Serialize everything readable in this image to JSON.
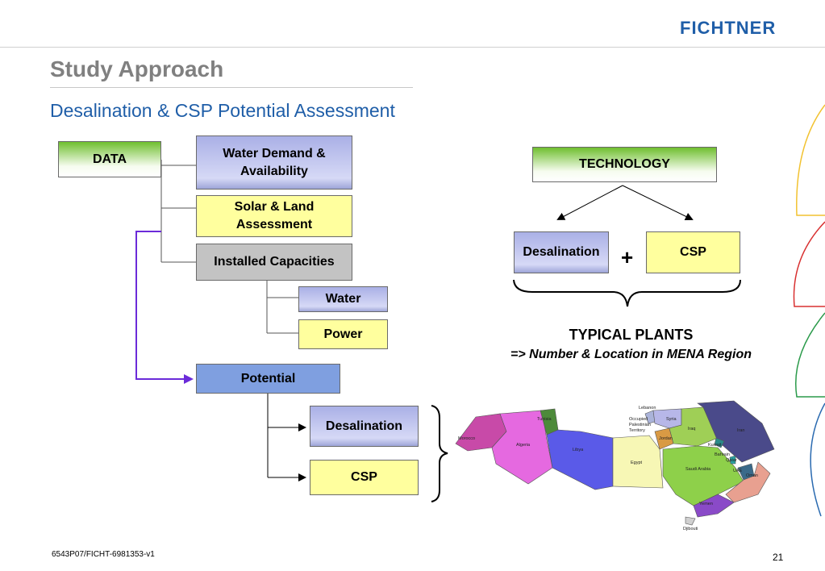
{
  "header": {
    "logo": "FICHTNER",
    "title": "Study Approach",
    "subtitle": "Desalination & CSP Potential Assessment"
  },
  "left_flow": {
    "data": "DATA",
    "water_demand": "Water Demand & Availability",
    "solar_land": "Solar & Land Assessment",
    "installed": "Installed Capacities",
    "water": "Water",
    "power": "Power",
    "potential": "Potential",
    "desalination": "Desalination",
    "csp": "CSP"
  },
  "right_flow": {
    "technology": "TECHNOLOGY",
    "desalination": "Desalination",
    "plus": "+",
    "csp": "CSP",
    "typical_title": "TYPICAL PLANTS",
    "typical_sub": "=> Number & Location in MENA Region"
  },
  "map": {
    "countries": [
      "Tunisia",
      "Morocco",
      "Algeria",
      "Libya",
      "Egypt",
      "Lebanon",
      "Occupied Palestinian Territory",
      "Syria",
      "Iraq",
      "Jordan",
      "Iran",
      "Kuwait",
      "Bahrain",
      "Qatar",
      "UAE",
      "Saudi Arabia",
      "Oman",
      "Yemen",
      "Djibouti"
    ]
  },
  "footer": {
    "doc_id": "6543P07/FICHT-6981353-v1",
    "page": "21"
  },
  "colors": {
    "brand": "#1f5ea8",
    "title_grey": "#808080",
    "arrow_purple": "#6b2bd9"
  }
}
